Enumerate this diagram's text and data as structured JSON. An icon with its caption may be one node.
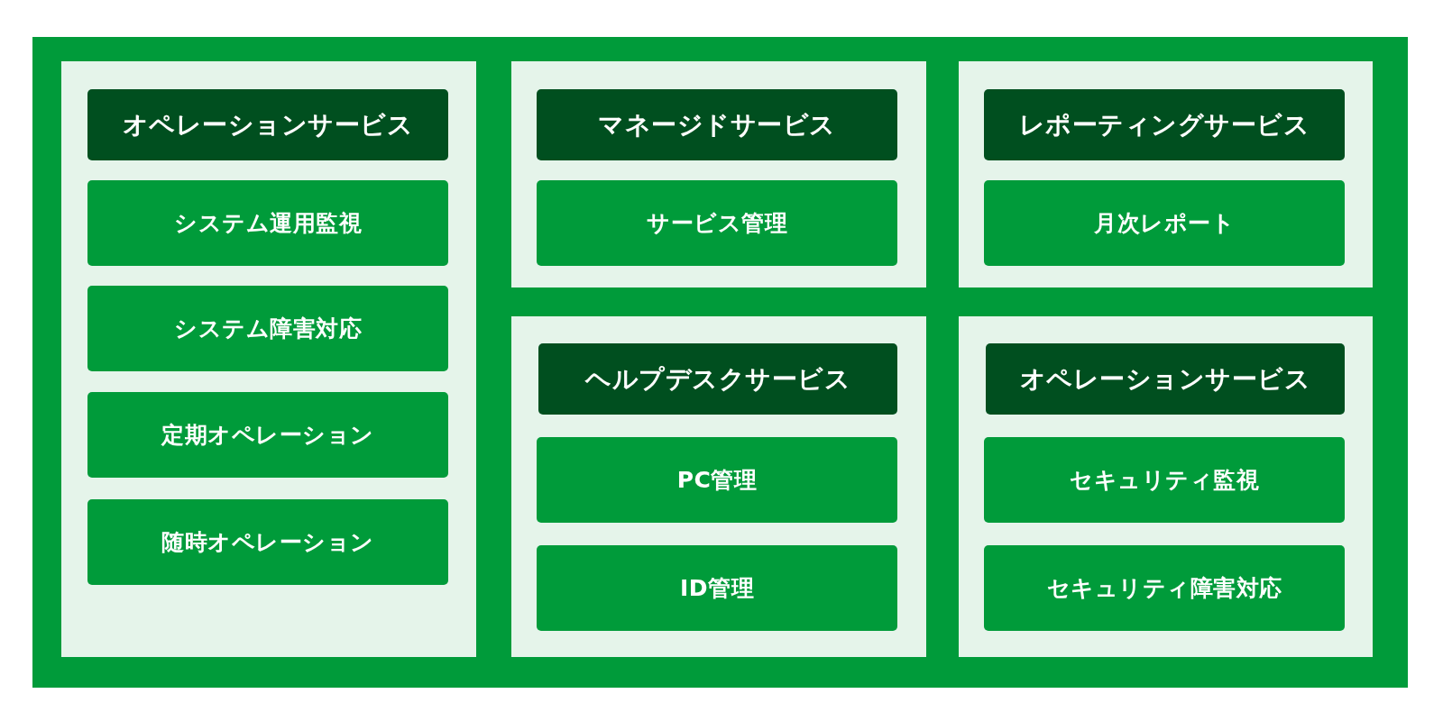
{
  "diagram": {
    "nodes": [
      {
        "text": [],
        "shape": "box"
      },
      {
        "text": [],
        "shape": "box",
        "in": 0
      },
      {
        "text": [
          "オペレーションサービス"
        ],
        "in": 1
      },
      {
        "text": [
          "システム運用監視"
        ],
        "in": 1
      },
      {
        "text": [
          "システム障害対応"
        ],
        "in": 1
      },
      {
        "text": [
          "定期オペレーション"
        ],
        "in": 1
      },
      {
        "text": [
          "随時オペレーション"
        ],
        "in": 1
      },
      {
        "text": [],
        "shape": "box",
        "in": 0
      },
      {
        "text": [
          "マネージドサービス"
        ],
        "in": 7
      },
      {
        "text": [
          "サービス管理"
        ],
        "in": 7
      },
      {
        "text": [],
        "shape": "box",
        "in": 0
      },
      {
        "text": [
          "レポーティングサービス"
        ],
        "in": 10
      },
      {
        "text": [
          "月次レポート"
        ],
        "in": 10
      },
      {
        "text": [],
        "shape": "box",
        "in": 0
      },
      {
        "text": [
          "ヘルプデスクサービス"
        ],
        "in": 13
      },
      {
        "text": [
          "PC管理"
        ],
        "in": 13
      },
      {
        "text": [
          "ID管理"
        ],
        "in": 13
      },
      {
        "text": [],
        "shape": "box",
        "in": 0
      },
      {
        "text": [
          "オペレーションサービス"
        ],
        "in": 17
      },
      {
        "text": [
          "セキュリティ監視"
        ],
        "in": 17
      },
      {
        "text": [
          "セキュリティ障害対応"
        ],
        "in": 17
      }
    ],
    "edges": []
  }
}
